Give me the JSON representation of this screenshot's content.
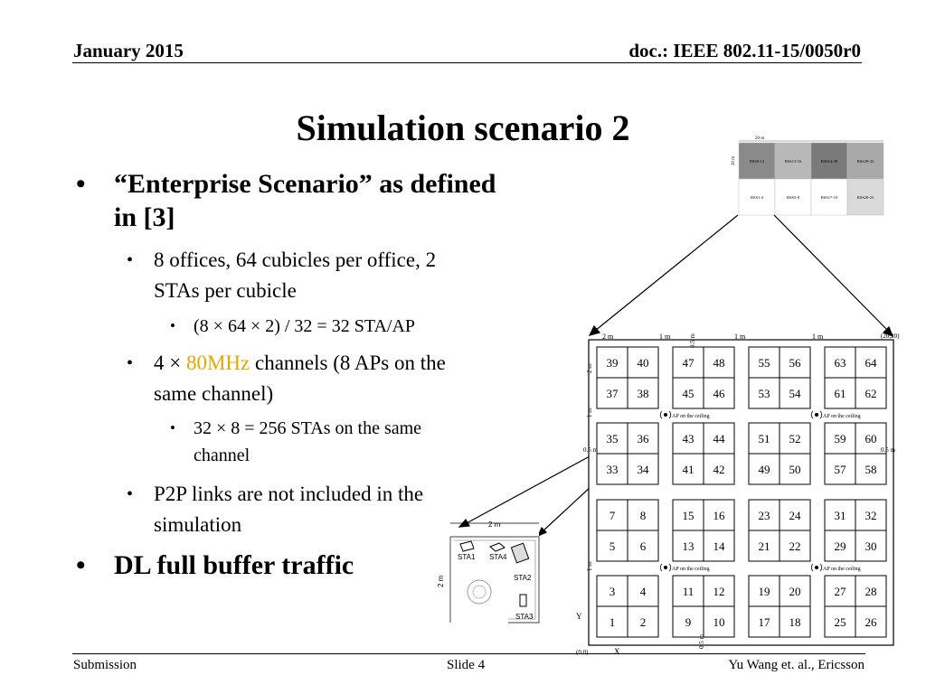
{
  "header": {
    "date": "January 2015",
    "doc": "doc.: IEEE 802.11-15/0050r0"
  },
  "title": "Simulation scenario 2",
  "bullets": {
    "b1_line1": "“Enterprise Scenario” as defined",
    "b1_line2": "in [3]",
    "b1a_line1": "8 offices, 64 cubicles per office, 2",
    "b1a_line2": "STAs per cubicle",
    "b1a_i": "(8 × 64 × 2) / 32 = 32 STA/AP",
    "b1b_pre": "4 × ",
    "b1b_accent": "80MHz",
    "b1b_post": " channels (8 APs on the",
    "b1b_line2": "same channel)",
    "b1b_i_line1": "32 × 8 = 256 STAs on the same",
    "b1b_i_line2": "channel",
    "b1c_line1": "P2P links are not included in the",
    "b1c_line2": "simulation",
    "b2": "DL full buffer traffic"
  },
  "building": {
    "dim_label": "20 m",
    "height_label": "20 m",
    "offices_top": [
      "BSS9-12",
      "BSS13-16",
      "BSS14-28",
      "BSS29-32"
    ],
    "offices_bottom": [
      "BSS1-4",
      "BSS5-8",
      "BSS17-19",
      "BSS20-23"
    ],
    "office_colors_top": [
      "#8a8a8a",
      "#b8b8b8",
      "#7a7a7a",
      "#a8a8a8"
    ],
    "office_colors_bottom": [
      "#ffffff",
      "#ffffff",
      "#ffffff",
      "#dadada"
    ]
  },
  "office": {
    "dims": {
      "d2m": "2 m",
      "d1m_a": "1 m",
      "d05m": "0.5 m",
      "d1m_b": "1 m",
      "d1m_c": "1 m",
      "corner": "(20,20)",
      "left05": "0.5 m",
      "right05": "0.5 m",
      "bottom05": "0.5 m",
      "vleft_a": "2 m",
      "vleft_b": "1 m",
      "vleft_c": "1 m"
    },
    "rows": [
      [
        "39",
        "40",
        "47",
        "48",
        "55",
        "56",
        "63",
        "64"
      ],
      [
        "37",
        "38",
        "45",
        "46",
        "53",
        "54",
        "61",
        "62"
      ],
      [
        "35",
        "36",
        "43",
        "44",
        "51",
        "52",
        "59",
        "60"
      ],
      [
        "33",
        "34",
        "41",
        "42",
        "49",
        "50",
        "57",
        "58"
      ],
      [
        "7",
        "8",
        "15",
        "16",
        "23",
        "24",
        "31",
        "32"
      ],
      [
        "5",
        "6",
        "13",
        "14",
        "21",
        "22",
        "29",
        "30"
      ],
      [
        "3",
        "4",
        "11",
        "12",
        "19",
        "20",
        "27",
        "28"
      ],
      [
        "1",
        "2",
        "9",
        "10",
        "17",
        "18",
        "25",
        "26"
      ]
    ],
    "ap_label": "AP on the ceiling",
    "origin": "(0,0)",
    "axis_x": "X",
    "axis_y": "Y"
  },
  "cubicle": {
    "width": "2 m",
    "height": "2 m",
    "sta1": "STA1",
    "sta2": "STA2",
    "sta3": "STA3",
    "sta4": "STA4"
  },
  "footer": {
    "left": "Submission",
    "center": "Slide 4",
    "right": "Yu Wang et. al., Ericsson"
  }
}
